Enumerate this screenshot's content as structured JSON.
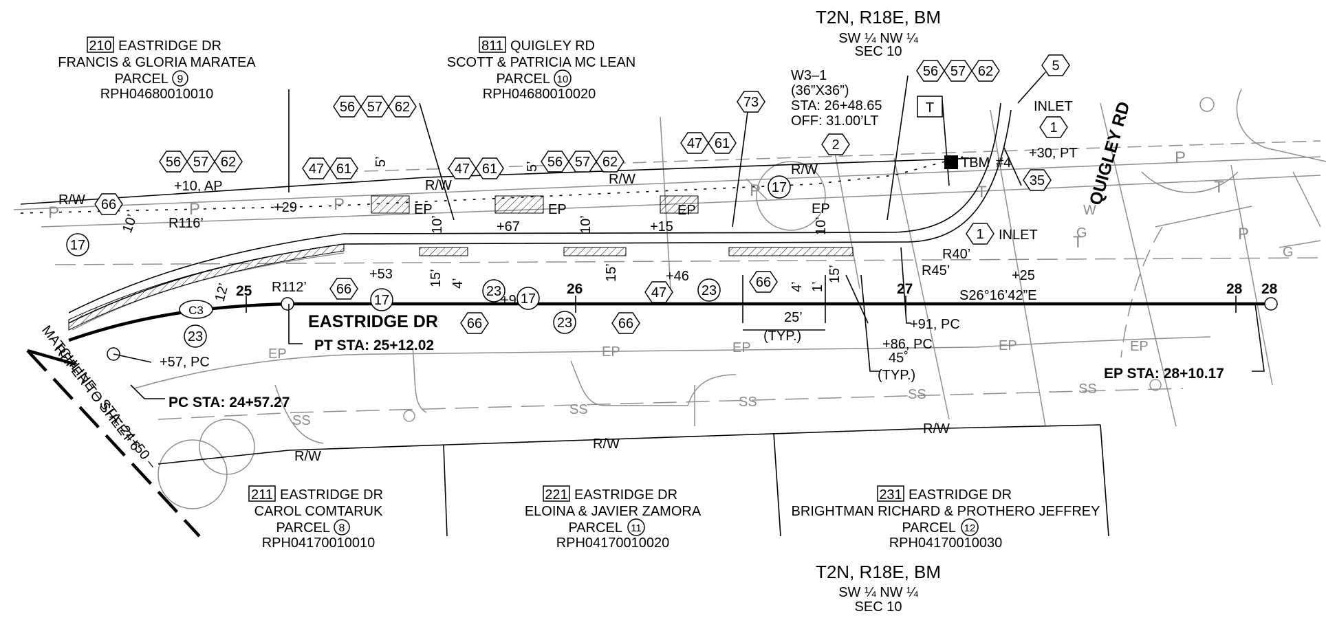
{
  "township": {
    "top": {
      "line1": "T2N, R18E, BM",
      "line2": "SW ¼  NW ¼",
      "line3": "SEC 10"
    },
    "bottom": {
      "line1": "T2N, R18E, BM",
      "line2": "SW ¼  NW ¼",
      "line3": "SEC 10"
    }
  },
  "parcels": [
    {
      "addr_num": "210",
      "addr_street": "EASTRIDGE DR",
      "owner": "FRANCIS & GLORIA MARATEA",
      "parcel_label": "PARCEL",
      "parcel_num": "9",
      "rph": "RPH04680010010"
    },
    {
      "addr_num": "811",
      "addr_street": "QUIGLEY RD",
      "owner": "SCOTT & PATRICIA MC LEAN",
      "parcel_label": "PARCEL",
      "parcel_num": "10",
      "rph": "RPH04680010020"
    },
    {
      "addr_num": "211",
      "addr_street": "EASTRIDGE DR",
      "owner": "CAROL COMTARUK",
      "parcel_label": "PARCEL",
      "parcel_num": "8",
      "rph": "RPH04170010010"
    },
    {
      "addr_num": "221",
      "addr_street": "EASTRIDGE DR",
      "owner": "ELOINA & JAVIER ZAMORA",
      "parcel_label": "PARCEL",
      "parcel_num": "11",
      "rph": "RPH04170010020"
    },
    {
      "addr_num": "231",
      "addr_street": "EASTRIDGE DR",
      "owner": "BRIGHTMAN RICHARD & PROTHERO JEFFREY",
      "parcel_label": "PARCEL",
      "parcel_num": "12",
      "rph": "RPH04170010030"
    }
  ],
  "sign": {
    "code": "W3–1",
    "size": "(36”X36”)",
    "sta": "STA:  26+48.65",
    "off": "OFF:  31.00’LT"
  },
  "roads": {
    "eastridge": "EASTRIDGE DR",
    "quigley": "QUIGLEY RD"
  },
  "stations": {
    "pt": "PT STA:  25+12.02",
    "pc": "PC STA:  24+57.27",
    "ep": "EP STA:  28+10.17",
    "s25": "25",
    "s26": "26",
    "s27": "27",
    "s28a": "28",
    "s28b": "28",
    "bearing": "S26°16’42”E"
  },
  "matchline": {
    "line1": "MATCHLINE – STA: 24+50 –",
    "line2": "REFER TO SHEET 6"
  },
  "callouts": {
    "p10ap": "+10, AP",
    "p29": "+29",
    "p53": "+53",
    "p67": "+67",
    "p96": "+96",
    "p15": "+15",
    "p46": "+46",
    "p57pc": "+57, PC",
    "p91pc": "+91, PC",
    "p86pc": "+86, PC",
    "p30pt": "+30, PT",
    "p25": "+25",
    "r116": "R116’",
    "r112": "R112’",
    "r40": "R40’",
    "r45": "R45’",
    "typ25": "25’",
    "typ": "(TYP.)",
    "deg45": "45˚",
    "typ2": "(TYP.)",
    "inlet1": "INLET",
    "inlet2": "INLET",
    "tbm": "TBM",
    "tbmnum": "#4",
    "c3": "C3",
    "t": "T",
    "d5": "5’",
    "d10": "10’",
    "d4": "4’",
    "d15": "15’",
    "d12": "12’",
    "d1": "1’"
  },
  "line_labels": {
    "rw": "R/W",
    "ep": "EP",
    "ss": "SS",
    "p": "P",
    "t": "T",
    "g": "G",
    "w": "W"
  },
  "tags": {
    "n56": "56",
    "n57": "57",
    "n62": "62",
    "n47": "47",
    "n61": "61",
    "n66": "66",
    "n73": "73",
    "n2": "2",
    "n5": "5",
    "n1": "1",
    "n35": "35",
    "n17": "17",
    "n23": "23"
  }
}
